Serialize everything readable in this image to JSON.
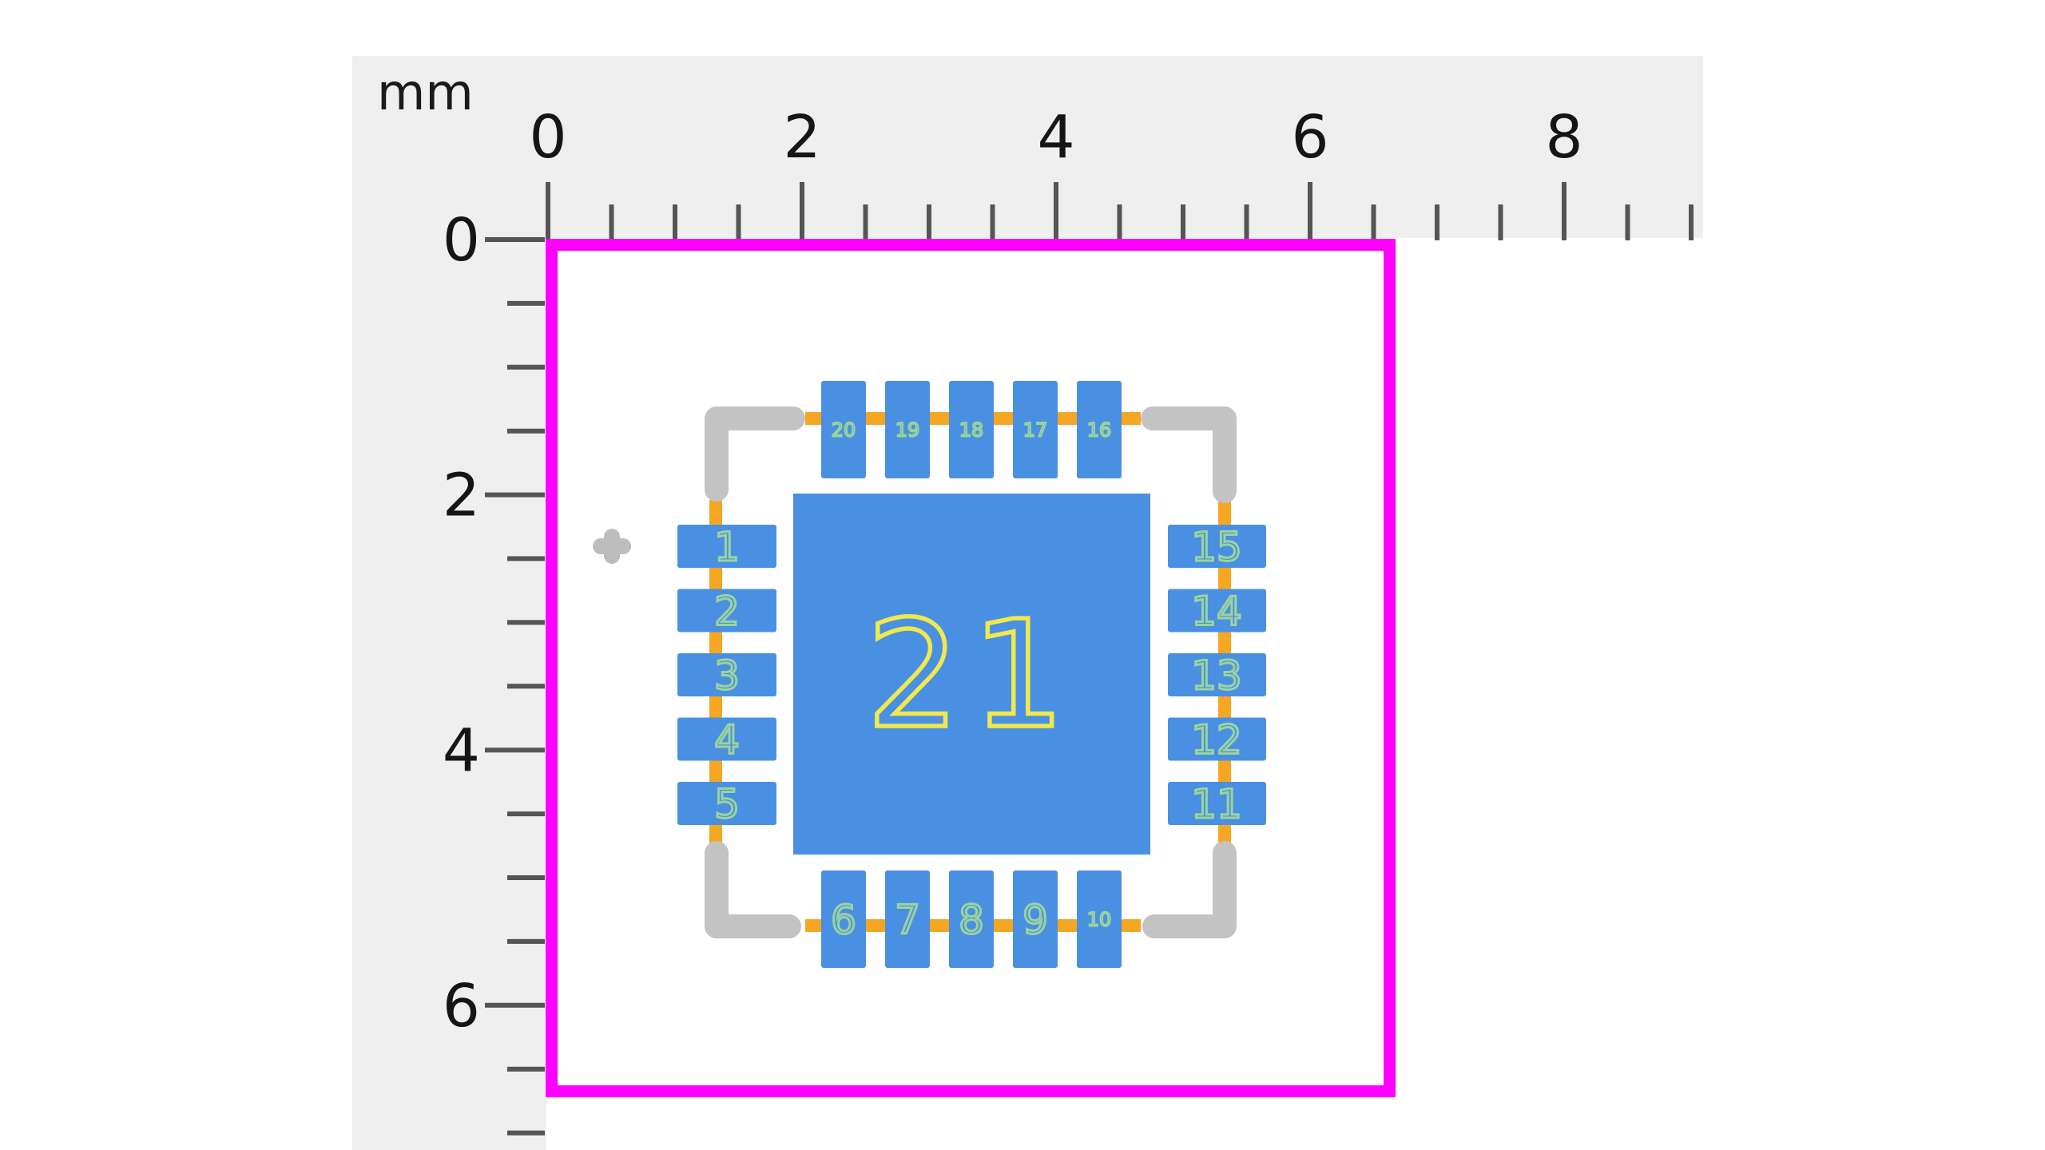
{
  "ruler": {
    "unit_label": "mm",
    "top_labels": [
      "0",
      "2",
      "4",
      "6",
      "8"
    ],
    "left_labels": [
      "0",
      "2",
      "4",
      "6"
    ],
    "label_step_mm": 2,
    "tick_step_mm": 0.5
  },
  "footprint": {
    "center_pad": {
      "number": "21"
    },
    "pads_top": [
      "20",
      "19",
      "18",
      "17",
      "16"
    ],
    "pads_right": [
      "15",
      "14",
      "13",
      "12",
      "11"
    ],
    "pads_bottom": [
      "6",
      "7",
      "8",
      "9",
      "10"
    ],
    "pads_left": [
      "1",
      "2",
      "3",
      "4",
      "5"
    ]
  },
  "colors": {
    "pad": "#4a90e2",
    "pad_text": "#9bd49b",
    "center_pad_text": "#f1e84b",
    "assembly": "#f5a623",
    "silkscreen": "#c3c3c3",
    "courtyard": "#ff00ff",
    "ruler_background": "#efefef",
    "tick": "#555555",
    "label": "#151515",
    "canvas_background": "#ffffff"
  }
}
